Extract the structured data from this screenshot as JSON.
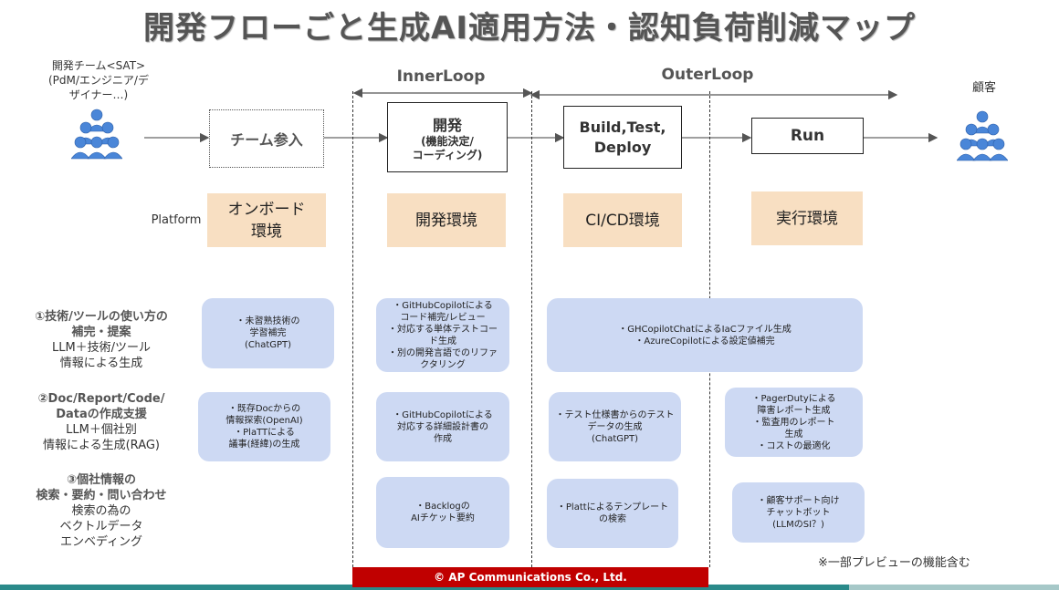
{
  "title": "開発フローごと生成AI適用方法・認知負荷削減マップ",
  "team": {
    "line1": "開発チーム<SAT>",
    "line2": "(PdM/エンジニア/デ",
    "line3": "ザイナー…)"
  },
  "customer": {
    "label": "顧客"
  },
  "loops": {
    "inner": "InnerLoop",
    "outer": "OuterLoop"
  },
  "phases": {
    "join": "チーム参入",
    "dev_title": "開発",
    "dev_sub1": "(機能決定/",
    "dev_sub2": "コーディング)",
    "build_line1": "Build,Test,",
    "build_line2": "Deploy",
    "run": "Run"
  },
  "platform_label": "Platform",
  "envs": {
    "onboard_line1": "オンボード",
    "onboard_line2": "環境",
    "dev": "開発環境",
    "cicd": "CI/CD環境",
    "exec": "実行環境"
  },
  "categories": {
    "c1": {
      "line1": "①技術/ツールの使い方の",
      "line2": "補完・提案",
      "line3": "LLM＋技術/ツール",
      "line4": "情報による生成"
    },
    "c2": {
      "line1": "②Doc/Report/Code/",
      "line2": "Dataの作成支援",
      "line3": "LLM＋個社別",
      "line4": "情報による生成(RAG)"
    },
    "c3": {
      "line1": "③個社情報の",
      "line2": "検索・要約・問い合わせ",
      "line3": "検索の為の",
      "line4": "ベクトルデータ",
      "line5": "エンベディング"
    }
  },
  "cells": {
    "r1_onboard": [
      "・未習熟技術の",
      "学習補完",
      "(ChatGPT)"
    ],
    "r1_dev": [
      "・GitHubCopilotによる",
      "コード補完/レビュー",
      "・対応する単体テストコー",
      "ド生成",
      "・別の開発言語でのリファ",
      "クタリング"
    ],
    "r1_outer": [
      "・GHCopilotChatによるIaCファイル生成",
      "・AzureCopilotによる設定値補完"
    ],
    "r2_onboard": [
      "・既存Docからの",
      "情報探索(OpenAI)",
      "・PlaTTによる",
      "議事(経緯)の生成"
    ],
    "r2_dev": [
      "・GitHubCopilotによる",
      "対応する詳細設計書の",
      "作成"
    ],
    "r2_build": [
      "・テスト仕様書からのテスト",
      "データの生成",
      "(ChatGPT)"
    ],
    "r2_run": [
      "・PagerDutyによる",
      "障害レポート生成",
      "・監査用のレポート",
      "生成",
      "・コストの最適化"
    ],
    "r3_dev": [
      "・Backlogの",
      "AIチケット要約"
    ],
    "r3_build": [
      "・Plattによるテンプレート",
      "の検索"
    ],
    "r3_run": [
      "・顧客サポート向け",
      "チャットボット",
      "(LLMのSI？)"
    ]
  },
  "note": "※一部プレビューの機能含む",
  "footer": "© AP Communications Co., Ltd.",
  "colors": {
    "env": "#f8dfc2",
    "cell": "#cdd9f3",
    "footer": "#c00000",
    "accent": "#2a8a8a"
  },
  "icons": {
    "team": "people-group-icon",
    "customer": "people-group-icon"
  }
}
